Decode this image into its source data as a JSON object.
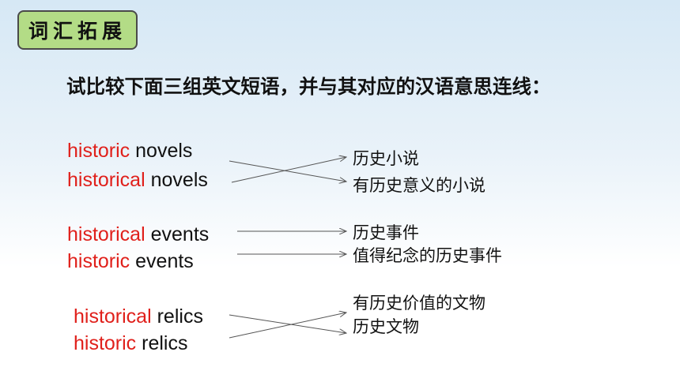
{
  "tag": "词汇拓展",
  "instruction": "试比较下面三组英文短语，并与其对应的汉语意思连线：",
  "groups": [
    {
      "english": [
        {
          "red": "historic",
          "rest": " novels"
        },
        {
          "red": "historical",
          "rest": " novels"
        }
      ],
      "chinese": [
        "历史小说",
        "有历史意义的小说"
      ]
    },
    {
      "english": [
        {
          "red": "historical",
          "rest": " events"
        },
        {
          "red": "historic",
          "rest": " events"
        }
      ],
      "chinese": [
        "历史事件",
        "值得纪念的历史事件"
      ]
    },
    {
      "english": [
        {
          "red": "historical",
          "rest": " relics"
        },
        {
          "red": "historic",
          "rest": " relics"
        }
      ],
      "chinese": [
        "有历史价值的文物",
        "历史文物"
      ]
    }
  ],
  "colors": {
    "accent_red": "#e0201b",
    "tag_green": "#b3dc86"
  }
}
